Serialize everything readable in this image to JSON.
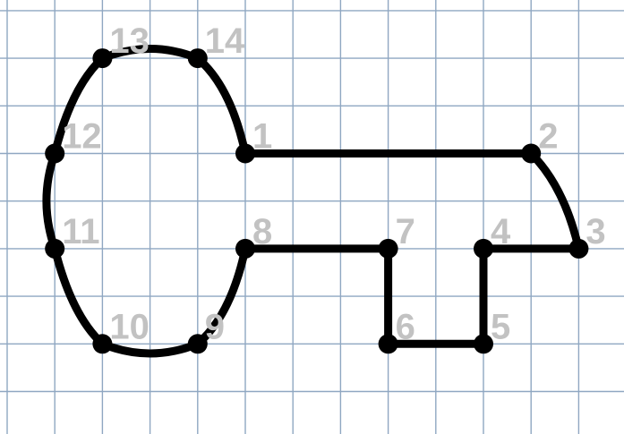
{
  "colors": {
    "background": "#ffffff",
    "grid": "#8fa7c2",
    "outline": "#000000",
    "label": "#c2c2c2"
  },
  "points": [
    {
      "label": "1",
      "x": 5,
      "y": 5
    },
    {
      "label": "2",
      "x": 11,
      "y": 5
    },
    {
      "label": "3",
      "x": 12,
      "y": 3
    },
    {
      "label": "4",
      "x": 10,
      "y": 3
    },
    {
      "label": "5",
      "x": 10,
      "y": 1
    },
    {
      "label": "6",
      "x": 8,
      "y": 1
    },
    {
      "label": "7",
      "x": 8,
      "y": 3
    },
    {
      "label": "8",
      "x": 5,
      "y": 3
    },
    {
      "label": "9",
      "x": 4,
      "y": 1
    },
    {
      "label": "10",
      "x": 2,
      "y": 1
    },
    {
      "label": "11",
      "x": 1,
      "y": 3
    },
    {
      "label": "12",
      "x": 1,
      "y": 5
    },
    {
      "label": "13",
      "x": 2,
      "y": 7
    },
    {
      "label": "14",
      "x": 4,
      "y": 7
    }
  ]
}
